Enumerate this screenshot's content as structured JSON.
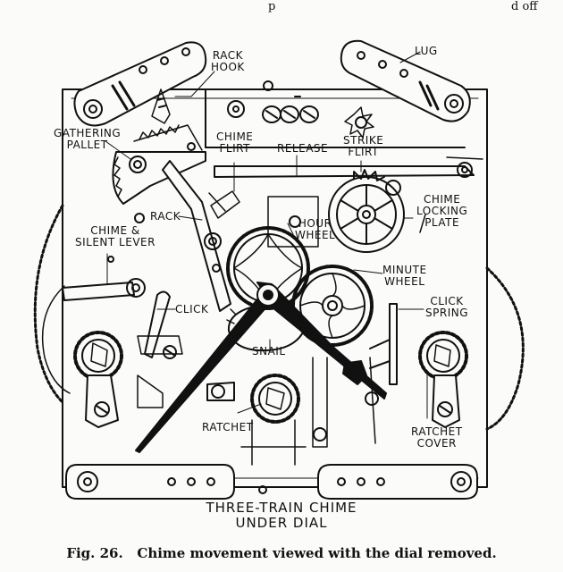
{
  "header_fragment": {
    "left": "p",
    "right": "d off"
  },
  "labels": {
    "rack_hook": [
      "RACK",
      "HOOK"
    ],
    "lug": "LUG",
    "gathering_pallet": [
      "GATHERING",
      "PALLET"
    ],
    "chime_flirt": [
      "CHIME",
      "FLIRT"
    ],
    "release": "RELEASE",
    "strike_flirt": [
      "STRIKE",
      "FLIRT"
    ],
    "rack": "RACK",
    "hour_wheel": [
      "HOUR",
      "WHEEL"
    ],
    "chime_locking_plate": [
      "CHIME",
      "LOCKING",
      "PLATE"
    ],
    "chime_silent_lever": [
      "CHIME &",
      "SILENT LEVER"
    ],
    "minute_wheel": [
      "MINUTE",
      "WHEEL"
    ],
    "click": "CLICK",
    "click_spring": [
      "CLICK",
      "SPRING"
    ],
    "snail": "SNAIL",
    "ratchet": "RATCHET",
    "ratchet_cover": [
      "RATCHET",
      "COVER"
    ]
  },
  "title": [
    "THREE-TRAIN CHIME",
    "UNDER DIAL"
  ],
  "caption": {
    "number": "Fig. 26.",
    "text": "Chime movement viewed with the dial removed."
  },
  "colors": {
    "ink": "#111111",
    "paper": "#fbfbf9"
  }
}
